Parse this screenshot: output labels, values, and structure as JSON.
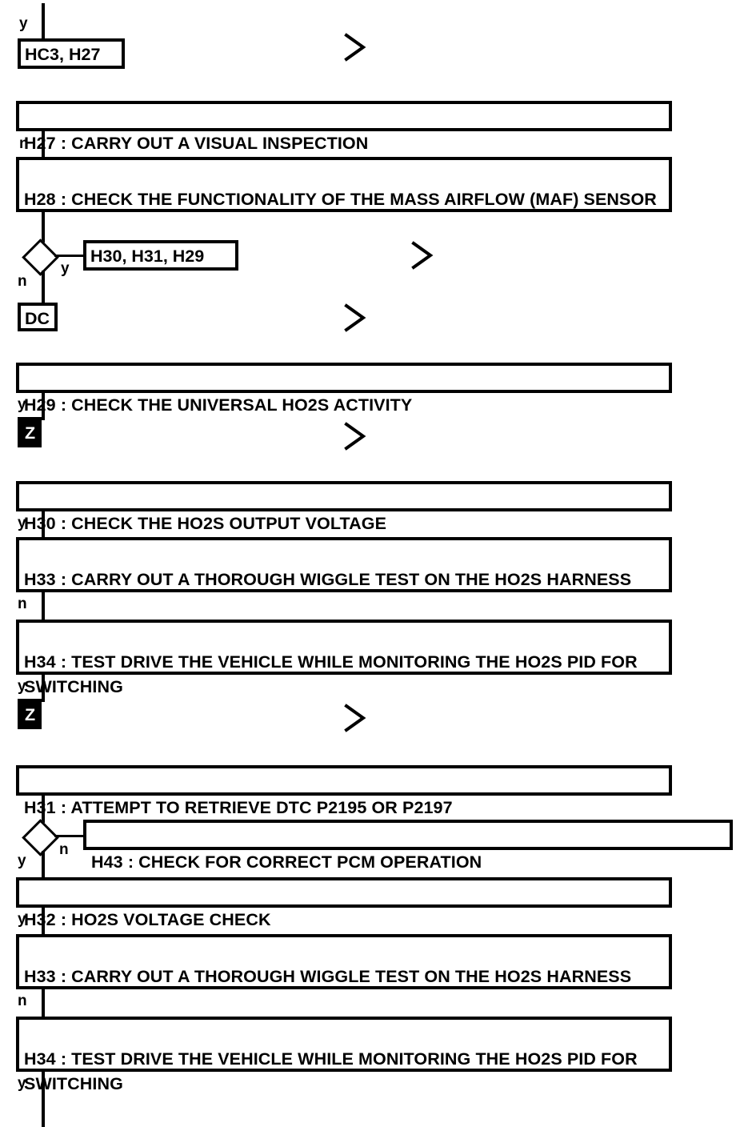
{
  "diagram": {
    "type": "flowchart",
    "title": "HO2S / MAF Diagnostic Flowchart",
    "branch_labels": {
      "yes": "y",
      "no": "n"
    },
    "nodes": [
      {
        "id": "ref-hc3-h27",
        "kind": "reference",
        "text": "HC3, H27"
      },
      {
        "id": "h27",
        "kind": "process",
        "text": "H27 : CARRY OUT A VISUAL INSPECTION"
      },
      {
        "id": "h28",
        "kind": "process",
        "text": "H28 : CHECK THE FUNCTIONALITY OF THE MASS AIRFLOW (MAF) SENSOR"
      },
      {
        "id": "dec-h28",
        "kind": "decision",
        "text": ""
      },
      {
        "id": "ref-h30-h31-h29",
        "kind": "reference",
        "text": "H30, H31, H29"
      },
      {
        "id": "term-dc",
        "kind": "terminal",
        "text": "DC"
      },
      {
        "id": "h29",
        "kind": "process",
        "text": "H29 : CHECK THE UNIVERSAL HO2S ACTIVITY"
      },
      {
        "id": "term-z1",
        "kind": "terminal-inverted",
        "text": "Z"
      },
      {
        "id": "h30",
        "kind": "process",
        "text": "H30 : CHECK THE HO2S OUTPUT VOLTAGE"
      },
      {
        "id": "h33a",
        "kind": "process",
        "text": "H33 : CARRY OUT A THOROUGH WIGGLE TEST ON THE HO2S HARNESS"
      },
      {
        "id": "h34a",
        "kind": "process",
        "text": "H34 : TEST DRIVE THE VEHICLE WHILE MONITORING THE HO2S PID FOR SWITCHING"
      },
      {
        "id": "term-z2",
        "kind": "terminal-inverted",
        "text": "Z"
      },
      {
        "id": "h31",
        "kind": "process",
        "text": "H31 : ATTEMPT TO RETRIEVE DTC P2195 OR P2197"
      },
      {
        "id": "dec-h31",
        "kind": "decision",
        "text": ""
      },
      {
        "id": "h43",
        "kind": "process",
        "text": "H43 : CHECK FOR CORRECT PCM OPERATION"
      },
      {
        "id": "h32",
        "kind": "process",
        "text": "H32 : HO2S VOLTAGE CHECK"
      },
      {
        "id": "h33b",
        "kind": "process",
        "text": "H33 : CARRY OUT A THOROUGH WIGGLE TEST ON THE HO2S HARNESS"
      },
      {
        "id": "h34b",
        "kind": "process",
        "text": "H34 : TEST DRIVE THE VEHICLE WHILE MONITORING THE HO2S PID FOR SWITCHING"
      }
    ],
    "edges": [
      {
        "from": "top-entry",
        "to": "ref-hc3-h27",
        "label": "y"
      },
      {
        "from": "h27",
        "to": "h28",
        "label": "n"
      },
      {
        "from": "h28",
        "to": "dec-h28",
        "label": ""
      },
      {
        "from": "dec-h28",
        "to": "ref-h30-h31-h29",
        "label": "y"
      },
      {
        "from": "dec-h28",
        "to": "term-dc",
        "label": "n"
      },
      {
        "from": "h29",
        "to": "term-z1",
        "label": "y"
      },
      {
        "from": "h30",
        "to": "h33a",
        "label": "y"
      },
      {
        "from": "h33a",
        "to": "h34a",
        "label": "n"
      },
      {
        "from": "h34a",
        "to": "term-z2",
        "label": "y"
      },
      {
        "from": "h31",
        "to": "dec-h31",
        "label": ""
      },
      {
        "from": "dec-h31",
        "to": "h43",
        "label": "n"
      },
      {
        "from": "dec-h31",
        "to": "h32",
        "label": "y"
      },
      {
        "from": "h32",
        "to": "h33b",
        "label": "y"
      },
      {
        "from": "h33b",
        "to": "h34b",
        "label": "n"
      },
      {
        "from": "h34b",
        "to": "bottom-exit",
        "label": "y"
      }
    ],
    "off_page_connectors": [
      {
        "id": "chev-1",
        "symbol": ">"
      },
      {
        "id": "chev-2",
        "symbol": ">"
      },
      {
        "id": "chev-3",
        "symbol": ">"
      },
      {
        "id": "chev-4",
        "symbol": ">"
      },
      {
        "id": "chev-5",
        "symbol": ">"
      }
    ],
    "colors": {
      "stroke": "#000000",
      "fill": "#ffffff",
      "invert_fill": "#000000",
      "invert_text": "#ffffff"
    }
  }
}
